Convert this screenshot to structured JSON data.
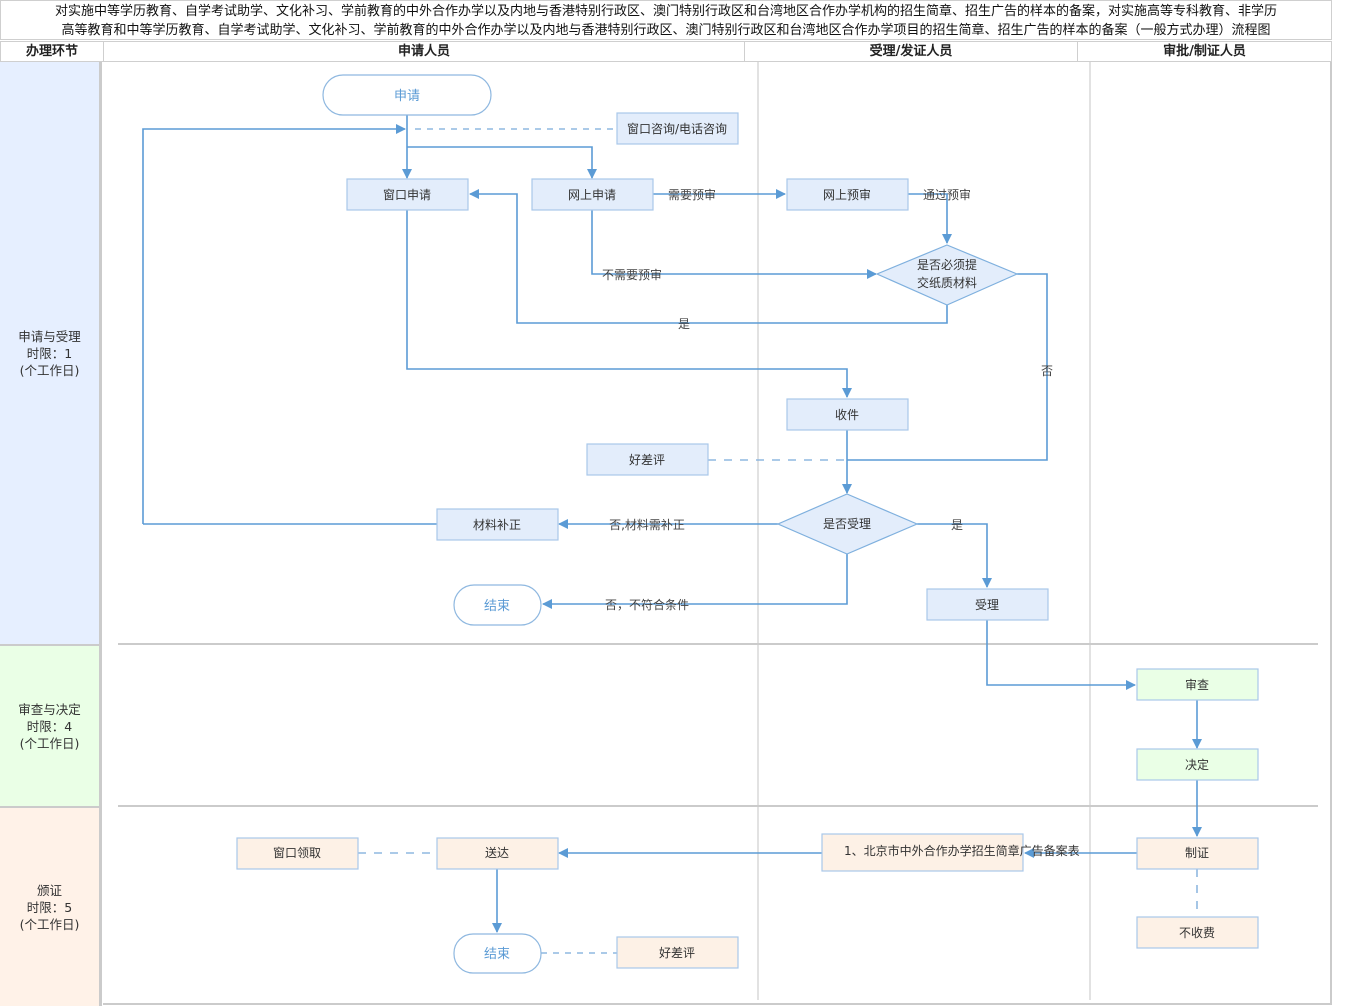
{
  "title": {
    "line1": "对实施中等学历教育、自学考试助学、文化补习、学前教育的中外合作办学以及内地与香港特别行政区、澳门特别行政区和台湾地区合作办学机构的招生简章、招生广告的样本的备案，对实施高等专科教育、非学历",
    "line2": "高等教育和中等学历教育、自学考试助学、文化补习、学前教育的中外合作办学以及内地与香港特别行政区、澳门特别行政区和台湾地区合作办学项目的招生简章、招生广告的样本的备案（一般方式办理）流程图"
  },
  "headers": {
    "phase_col": "办理环节",
    "lane1": "申请人员",
    "lane2": "受理/发证人员",
    "lane3": "审批/制证人员"
  },
  "phases": [
    {
      "label": "申请与受理\n时限：1\n(个工作日)",
      "color": "#e6efff"
    },
    {
      "label": "审查与决定\n时限：4\n(个工作日)",
      "color": "#eaffe6"
    },
    {
      "label": "颁证\n时限：5\n(个工作日)",
      "color": "#fff2e8"
    }
  ],
  "colors": {
    "line": "#5b9bd5",
    "node_blue": "#e3edfb",
    "node_green": "#eaffe6",
    "node_orange": "#fdf1e6",
    "node_border": "#a9c7ea",
    "grid": "#cfcfcf"
  },
  "nodes": {
    "start": "申请",
    "consult": "窗口咨询/电话咨询",
    "window_apply": "窗口申请",
    "online_apply": "网上申请",
    "online_precheck": "网上预审",
    "paper_required_l1": "是否必须提",
    "paper_required_l2": "交纸质材料",
    "receive": "收件",
    "rating1": "好差评",
    "accept_decision": "是否受理",
    "supplement": "材料补正",
    "end1": "结束",
    "accept": "受理",
    "review": "审查",
    "decide": "决定",
    "make_cert": "制证",
    "no_fee": "不收费",
    "cert_doc": "1、北京市中外合作办学招生简章广告备案表",
    "deliver": "送达",
    "window_pickup": "窗口领取",
    "end2": "结束",
    "rating2": "好差评"
  },
  "edges": {
    "need_precheck": "需要预审",
    "pass_precheck": "通过预审",
    "no_precheck": "不需要预审",
    "yes1": "是",
    "no1": "否",
    "no_supplement": "否,材料需补正",
    "yes2": "是",
    "no_unqualified": "否，不符合条件"
  }
}
